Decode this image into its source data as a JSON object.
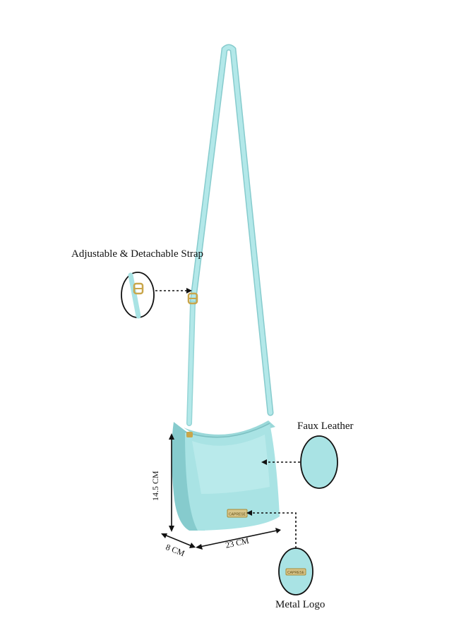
{
  "brand_logo_text": "CAPRESE",
  "colors": {
    "bag": "#a9e3e4",
    "bag_shadow": "#86cbcd",
    "bag_highlight": "#c6f0f0",
    "hardware": "#c9a64a",
    "line": "#111111"
  },
  "callouts": {
    "strap": "Adjustable & Detachable Strap",
    "material": "Faux Leather",
    "logo": "Metal Logo"
  },
  "dimensions": {
    "height": "14.5 CM",
    "width": "23 CM",
    "depth": "8 CM"
  },
  "icons": [
    "strap-buckle-icon",
    "leather-swatch-icon",
    "metal-logo-icon"
  ]
}
